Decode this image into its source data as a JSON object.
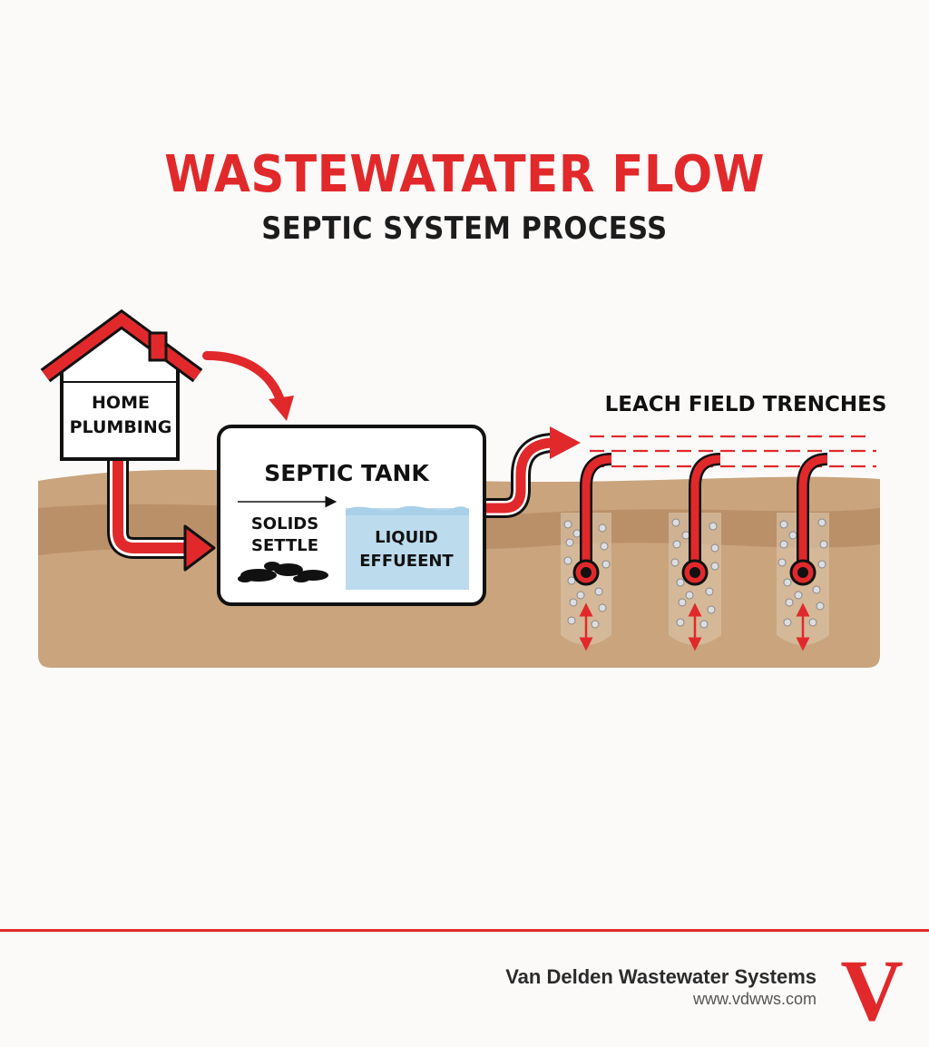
{
  "header": {
    "title": "WASTEWATATER FLOW",
    "subtitle": "SEPTIC SYSTEM PROCESS"
  },
  "diagram": {
    "house_label_line1": "HOME",
    "house_label_line2": "PLUMBING",
    "tank_title": "SEPTIC TANK",
    "solids_line1": "SOLIDS",
    "solids_line2": "SETTLE",
    "liquid_line1": "LIQUID",
    "liquid_line2": "EFFUEENT",
    "leach_title": "LEACH FIELD TRENCHES"
  },
  "footer": {
    "company": "Van Delden Wastewater Systems",
    "url": "www.vdwws.com",
    "logo_letter": "V"
  },
  "colors": {
    "accent": "#e1292b",
    "soil": "#c9a47d",
    "soil_dark": "#b48a62",
    "liquid": "#bcdcee"
  }
}
